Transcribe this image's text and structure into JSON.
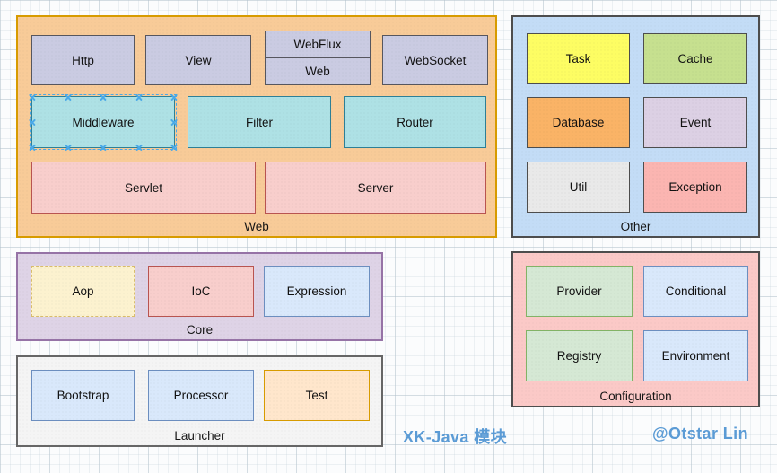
{
  "groups": {
    "web": {
      "label": "Web",
      "items": {
        "http": "Http",
        "view": "View",
        "webflux": "WebFlux",
        "web": "Web",
        "websocket": "WebSocket",
        "middleware": "Middleware",
        "filter": "Filter",
        "router": "Router",
        "servlet": "Servlet",
        "server": "Server"
      }
    },
    "other": {
      "label": "Other",
      "items": {
        "task": "Task",
        "cache": "Cache",
        "database": "Database",
        "event": "Event",
        "util": "Util",
        "exception": "Exception"
      }
    },
    "core": {
      "label": "Core",
      "items": {
        "aop": "Aop",
        "ioc": "IoC",
        "expression": "Expression"
      }
    },
    "launcher": {
      "label": "Launcher",
      "items": {
        "bootstrap": "Bootstrap",
        "processor": "Processor",
        "test": "Test"
      }
    },
    "configuration": {
      "label": "Configuration",
      "items": {
        "provider": "Provider",
        "conditional": "Conditional",
        "registry": "Registry",
        "environment": "Environment"
      }
    }
  },
  "footer": {
    "title": "XK-Java 模块",
    "credit": "@Otstar Lin"
  },
  "selection": {
    "selected_module": "Middleware"
  },
  "palette": {
    "web_container_fill": "#f8cb98",
    "web_container_stroke": "#d79b00",
    "lavender_fill": "#cacbe2",
    "teal_fill": "#aee1e5",
    "teal_stroke": "#2d7f96",
    "red_fill": "#f8cecc",
    "red_stroke": "#b85450",
    "other_container_fill": "#c3dcf6",
    "yellow_fill": "#fdfd63",
    "green_fill": "#c6e08f",
    "orange_fill": "#fab366",
    "purple_fill": "#dcd0e4",
    "gray_fill": "#e9e9e9",
    "salmon_fill": "#fbb5b1",
    "core_container_fill": "#ded3e6",
    "core_container_stroke": "#9673a6",
    "cream_fill": "#fcf2cf",
    "blue_fill": "#d9e8fb",
    "blue_stroke": "#6c8ebf",
    "launcher_container_fill": "#f4f4f4",
    "light_orange_fill": "#ffe6cc",
    "config_container_fill": "#fbc9c7",
    "light_green_fill": "#d5e8d4",
    "light_green_stroke": "#82b366",
    "selection_handle_color": "#4aa9e8",
    "annotation_text_color": "#5b9bd5"
  }
}
